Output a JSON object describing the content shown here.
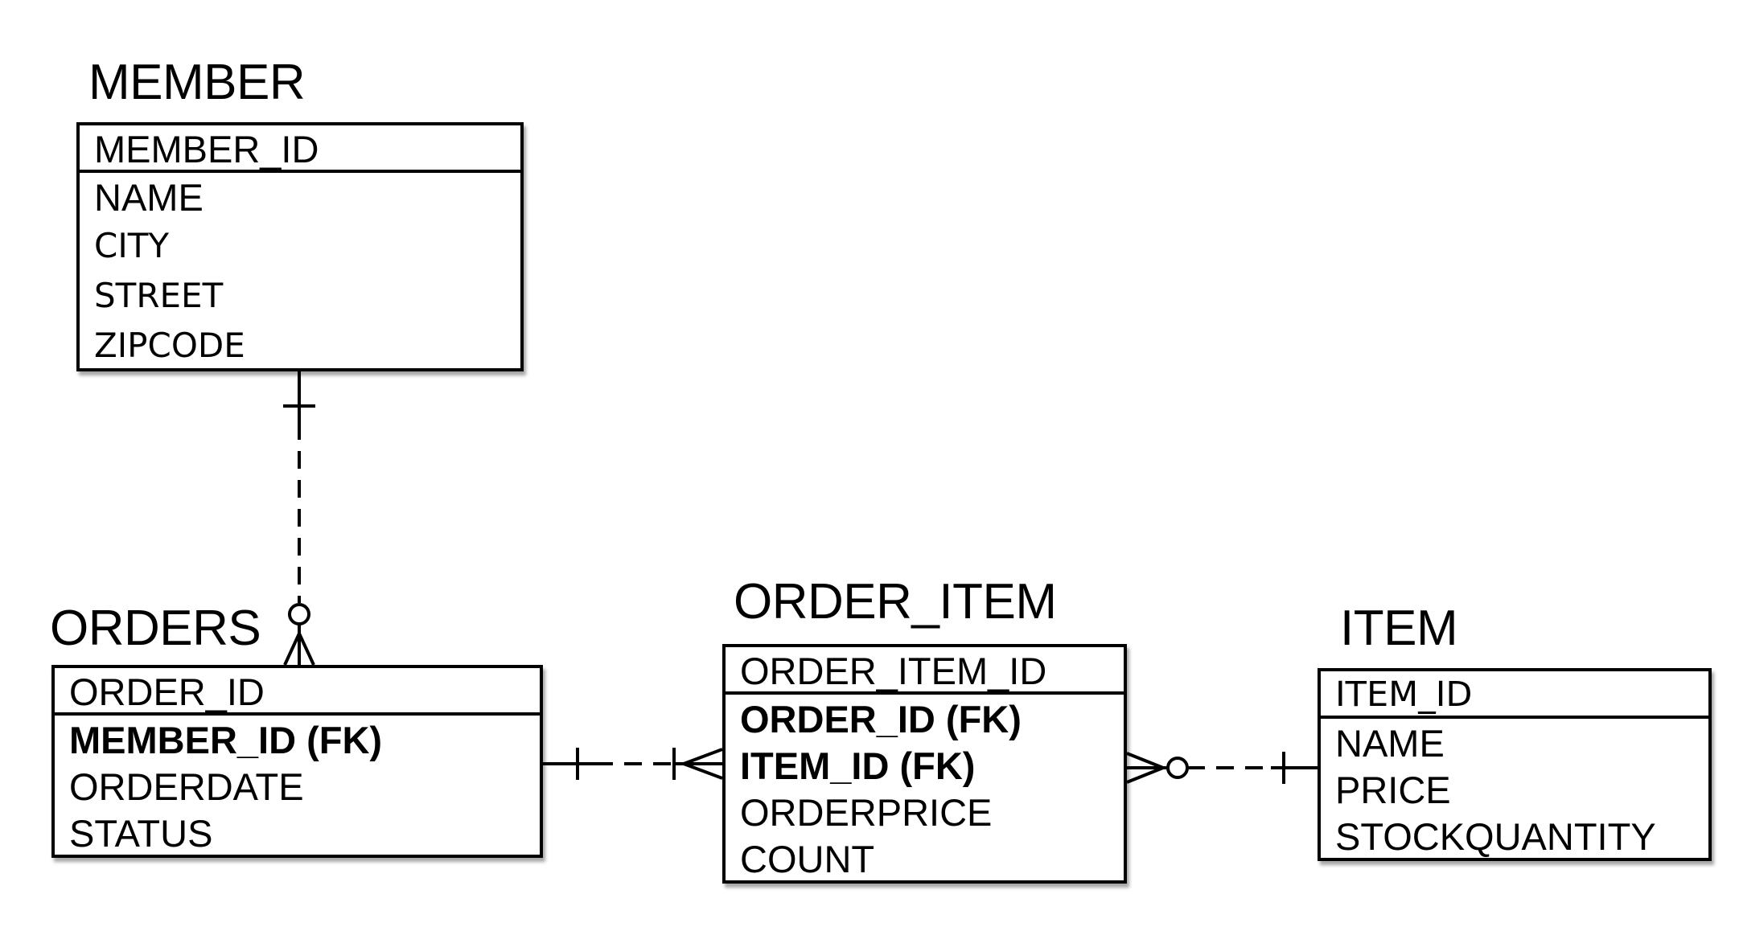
{
  "entities": {
    "member": {
      "title": "MEMBER",
      "pk": "MEMBER_ID",
      "attrs": [
        "NAME",
        "CITY",
        "STREET",
        "ZIPCODE"
      ]
    },
    "orders": {
      "title": "ORDERS",
      "pk": "ORDER_ID",
      "attrs": [
        "MEMBER_ID (FK)",
        "ORDERDATE",
        "STATUS"
      ]
    },
    "order_item": {
      "title": "ORDER_ITEM",
      "pk": "ORDER_ITEM_ID",
      "attrs": [
        "ORDER_ID (FK)",
        "ITEM_ID (FK)",
        "ORDERPRICE",
        "COUNT"
      ]
    },
    "item": {
      "title": "ITEM",
      "pk": "ITEM_ID",
      "attrs": [
        "NAME",
        "PRICE",
        "STOCKQUANTITY"
      ]
    }
  },
  "relationships": [
    {
      "from": "MEMBER",
      "to": "ORDERS",
      "from_cardinality": "exactly-one",
      "to_cardinality": "zero-or-many",
      "identifying": false
    },
    {
      "from": "ORDERS",
      "to": "ORDER_ITEM",
      "from_cardinality": "exactly-one",
      "to_cardinality": "one-or-many",
      "identifying": false
    },
    {
      "from": "ITEM",
      "to": "ORDER_ITEM",
      "from_cardinality": "exactly-one",
      "to_cardinality": "zero-or-many",
      "identifying": false
    }
  ]
}
